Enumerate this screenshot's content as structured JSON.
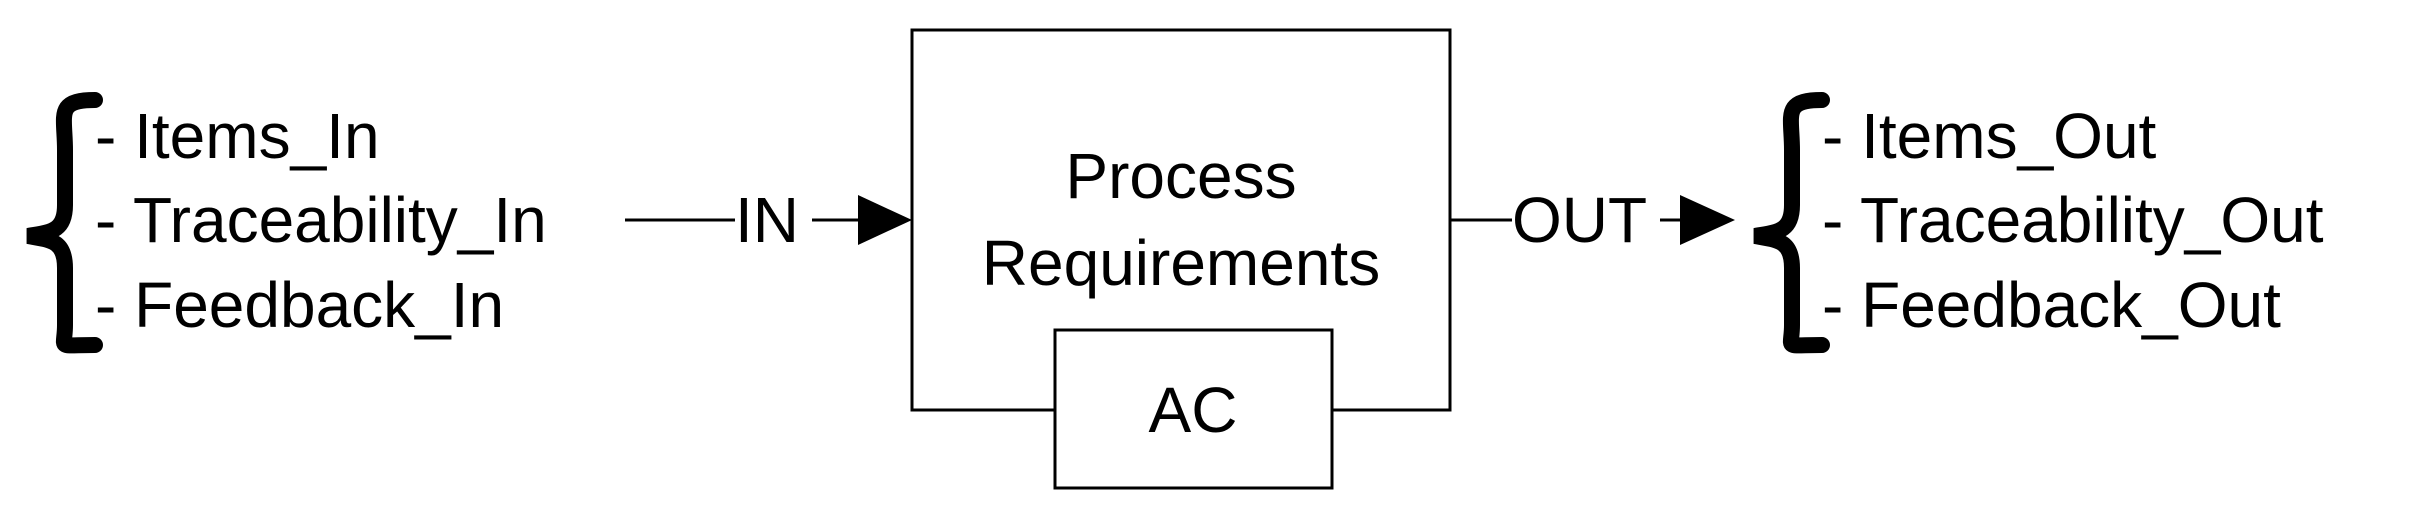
{
  "inputs": {
    "items": [
      "- Items_In",
      "- Traceability_In",
      "- Feedback_In"
    ]
  },
  "in_label": "IN",
  "process": {
    "title_line1": "Process",
    "title_line2": "Requirements",
    "sub_box": "AC"
  },
  "out_label": "OUT",
  "outputs": {
    "items": [
      "- Items_Out",
      "- Traceability_Out",
      "- Feedback_Out"
    ]
  }
}
